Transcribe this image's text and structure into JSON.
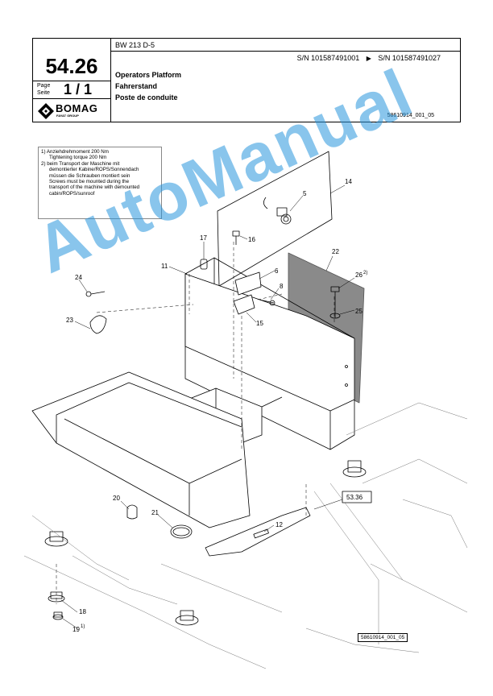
{
  "header": {
    "page_number": "54.26",
    "page_label_de": "Page",
    "page_label_en": "Seite",
    "page_value": "1 / 1",
    "model": "BW 213 D-5",
    "sn_from": "S/N 101587491001",
    "sn_arrow": "▶",
    "sn_to": "S/N 101587491027",
    "title_en": "Operators Platform",
    "title_de": "Fahrerstand",
    "title_fr": "Poste de conduite",
    "doc_number": "58610914_001_05",
    "logo_text": "BOMAG",
    "logo_sub": "FAYAT GROUP"
  },
  "note": {
    "l1": "1) Anziehdrehmoment 200 Nm",
    "l2": "Tightening torque 200 Nm",
    "l3": "2) beim Transport der Maschine mit",
    "l4": "demontierter Kabine/ROPS/Sonnendach",
    "l5": "müssen die Schrauben montiert sein",
    "l6": "Screws must be mounted during the",
    "l7": "transport of the machine with demounted",
    "l8": "cabin/ROPS/sunroof"
  },
  "callouts": {
    "c5": "5",
    "c6": "6",
    "c8": "8",
    "c11": "11",
    "c12": "12",
    "c14": "14",
    "c15": "15",
    "c16": "16",
    "c17": "17",
    "c18": "18",
    "c19": "19",
    "c19sup": "1)",
    "c20": "20",
    "c21": "21",
    "c22": "22",
    "c23": "23",
    "c24": "24",
    "c25": "25",
    "c26": "26",
    "c26sup": "2)",
    "ref": "53.36"
  },
  "footer_ref": "58610914_001_05",
  "watermark": "AutoManual",
  "colors": {
    "line": "#000000",
    "watermark": "#2896dc",
    "mat": "#8a8a8a"
  }
}
